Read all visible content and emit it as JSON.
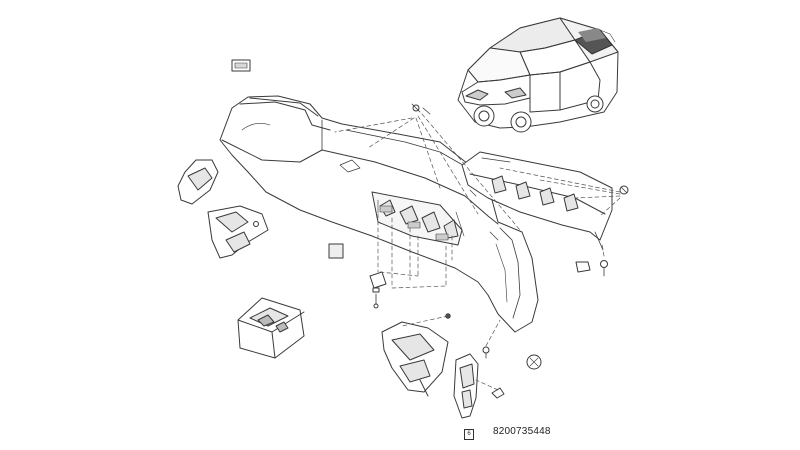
{
  "diagram": {
    "part_number": "8200735448",
    "colors": {
      "line": "#3a3a3a",
      "dash": "#555555",
      "fill": "#ffffff",
      "shade": "#e6e6e6"
    },
    "icons": {
      "car": "hatchback-car-icon",
      "bumper": "rear-bumper-cover",
      "diffuser": "lower-diffuser-panel",
      "bracket": "mounting-bracket"
    }
  }
}
